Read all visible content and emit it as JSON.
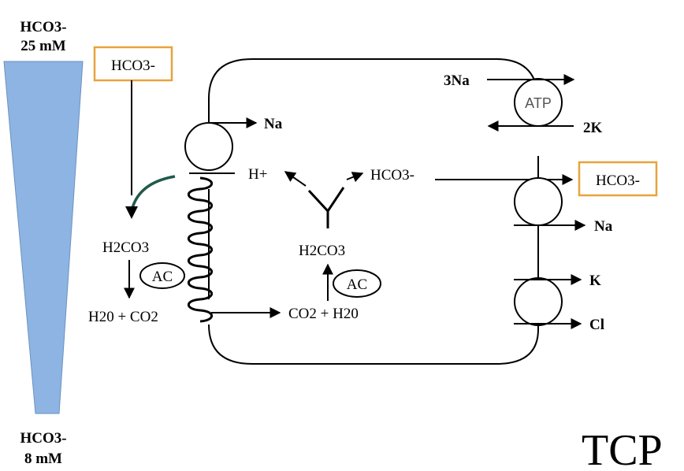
{
  "gradient": {
    "top_label_line1": "HCO3-",
    "top_label_line2": "25 mM",
    "bottom_label_line1": "HCO3-",
    "bottom_label_line2": "8 mM",
    "fill_color": "#8db4e2"
  },
  "lumen": {
    "hco3_box": "HCO3-",
    "h2co3": "H2CO3",
    "enzyme": "AC",
    "products": "H20 + CO2"
  },
  "apical": {
    "na_out": "Na",
    "h_plus": "H+"
  },
  "cell": {
    "hco3": "HCO3-",
    "h2co3": "H2CO3",
    "enzyme": "AC",
    "co2_h2o": "CO2 + H20"
  },
  "basolateral": {
    "three_na": "3Na",
    "atp": "ATP",
    "two_k": "2K",
    "hco3_box": "HCO3-",
    "na": "Na",
    "k": "K",
    "cl": "Cl"
  },
  "title": "TCP",
  "colors": {
    "box_border": "#e8a33d",
    "green_arrow": "#1f5a4a"
  }
}
